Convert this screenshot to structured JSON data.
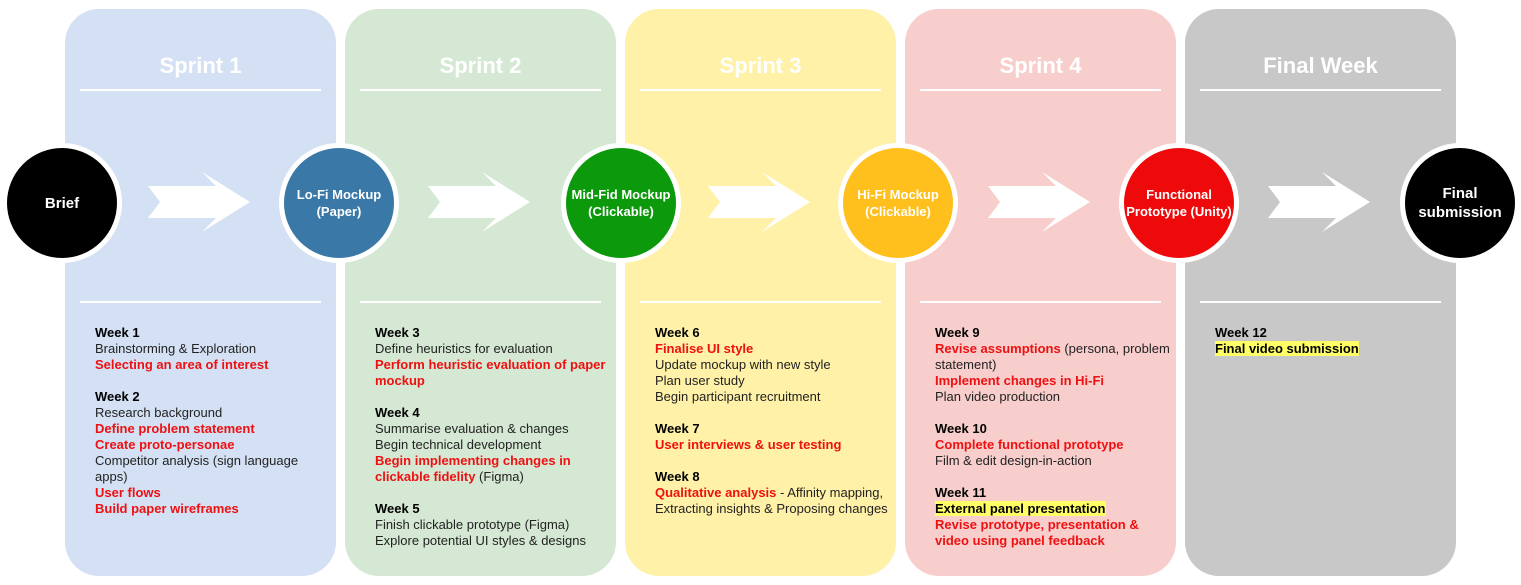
{
  "colors": {
    "sprint1_bg": "#d4e0f4",
    "sprint2_bg": "#d5e8d4",
    "sprint3_bg": "#fff1a8",
    "sprint4_bg": "#f8cecc",
    "final_bg": "#c8c8c8",
    "highlight_red": "#ee1111",
    "highlight_yellow": "#ffff66"
  },
  "panels": [
    {
      "title": "Sprint 1",
      "weeks": [
        {
          "title": "Week 1",
          "lines": [
            [
              {
                "t": "Brainstorming & Exploration",
                "s": "n"
              }
            ],
            [
              {
                "t": "Selecting an area of interest",
                "s": "r"
              }
            ]
          ]
        },
        {
          "title": "Week 2",
          "lines": [
            [
              {
                "t": "Research background",
                "s": "n"
              }
            ],
            [
              {
                "t": "Define problem statement",
                "s": "r"
              }
            ],
            [
              {
                "t": "Create proto-personae",
                "s": "r"
              }
            ],
            [
              {
                "t": "Competitor analysis (sign language apps)",
                "s": "n"
              }
            ],
            [
              {
                "t": "User flows",
                "s": "r"
              }
            ],
            [
              {
                "t": "Build paper wireframes",
                "s": "r"
              }
            ]
          ]
        }
      ]
    },
    {
      "title": "Sprint 2",
      "weeks": [
        {
          "title": "Week 3",
          "lines": [
            [
              {
                "t": "Define heuristics for evaluation",
                "s": "n"
              }
            ],
            [
              {
                "t": "Perform heuristic evaluation of paper mockup",
                "s": "r"
              }
            ]
          ]
        },
        {
          "title": "Week 4",
          "lines": [
            [
              {
                "t": "Summarise evaluation & changes",
                "s": "n"
              }
            ],
            [
              {
                "t": "Begin technical development",
                "s": "n"
              }
            ],
            [
              {
                "t": "Begin implementing changes in clickable fidelity",
                "s": "r"
              },
              {
                "t": " (Figma)",
                "s": "n"
              }
            ]
          ]
        },
        {
          "title": "Week 5",
          "lines": [
            [
              {
                "t": "Finish clickable prototype (Figma)",
                "s": "n"
              }
            ],
            [
              {
                "t": "Explore potential UI styles & designs",
                "s": "n"
              }
            ]
          ]
        }
      ]
    },
    {
      "title": "Sprint 3",
      "weeks": [
        {
          "title": "Week 6",
          "lines": [
            [
              {
                "t": "Finalise UI style",
                "s": "r"
              }
            ],
            [
              {
                "t": "Update mockup with new style",
                "s": "n"
              }
            ],
            [
              {
                "t": "Plan user study",
                "s": "n"
              }
            ],
            [
              {
                "t": "Begin participant recruitment",
                "s": "n"
              }
            ]
          ]
        },
        {
          "title": "Week 7",
          "lines": [
            [
              {
                "t": "User interviews & user testing",
                "s": "r"
              }
            ]
          ]
        },
        {
          "title": "Week 8",
          "lines": [
            [
              {
                "t": "Qualitative analysis",
                "s": "r"
              },
              {
                "t": " - Affinity mapping, Extracting insights & Proposing changes",
                "s": "n"
              }
            ]
          ]
        }
      ]
    },
    {
      "title": "Sprint 4",
      "weeks": [
        {
          "title": "Week 9",
          "lines": [
            [
              {
                "t": "Revise assumptions",
                "s": "r"
              },
              {
                "t": " (persona, problem statement)",
                "s": "n"
              }
            ],
            [
              {
                "t": "Implement changes in Hi-Fi",
                "s": "r"
              }
            ],
            [
              {
                "t": "Plan video production",
                "s": "n"
              }
            ]
          ]
        },
        {
          "title": "Week 10",
          "lines": [
            [
              {
                "t": "Complete functional prototype",
                "s": "r"
              }
            ],
            [
              {
                "t": "Film & edit design-in-action",
                "s": "n"
              }
            ]
          ]
        },
        {
          "title": "Week 11",
          "lines": [
            [
              {
                "t": "External panel presentation",
                "s": "y"
              }
            ],
            [
              {
                "t": "Revise prototype, presentation & video using panel feedback",
                "s": "r"
              }
            ]
          ]
        }
      ]
    },
    {
      "title": "Final Week",
      "weeks": [
        {
          "title": "Week 12",
          "lines": [
            [
              {
                "t": "Final video submission",
                "s": "y"
              }
            ]
          ]
        }
      ]
    }
  ],
  "nodes": [
    {
      "label": "Brief",
      "color": "#000000"
    },
    {
      "label": "Lo-Fi Mockup (Paper)",
      "color": "#3a78a8"
    },
    {
      "label": "Mid-Fid Mockup (Clickable)",
      "color": "#0c990c"
    },
    {
      "label": "Hi-Fi Mockup (Clickable)",
      "color": "#ffbf1c"
    },
    {
      "label": "Functional Prototype (Unity)",
      "color": "#ee0a0a"
    },
    {
      "label": "Final submission",
      "color": "#000000"
    }
  ]
}
